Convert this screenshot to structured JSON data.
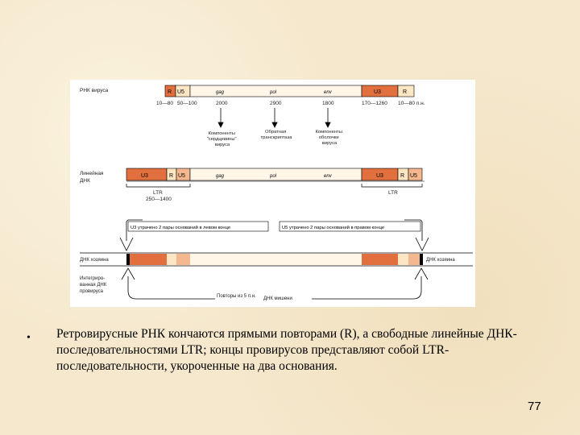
{
  "colors": {
    "orange": "#e2703f",
    "cream": "#fde6c4",
    "tan": "#f5b88e",
    "line": "#000000",
    "background": "#f5e8cd"
  },
  "rna_virus": {
    "label": "РНК вируса",
    "segments": {
      "r_left": "R",
      "u5": "U5",
      "gag": "gag",
      "pol": "pol",
      "env": "env",
      "u3": "U3",
      "r_right": "R"
    },
    "lengths": {
      "r": "10—80",
      "u5": "50—100",
      "gag": "2000",
      "pol": "2900",
      "env": "1800",
      "u3": "170—1260",
      "r_end": "10—80 п.н."
    }
  },
  "components": {
    "core": "Компоненты \"сердцевины\" вируса",
    "rt": "Обратная транскриптаза",
    "envelope": "Компоненты оболочки вируса"
  },
  "linear_dna": {
    "label": "Линейная ДНК",
    "segments": {
      "u3_left": "U3",
      "r_left": "R",
      "u5_left": "U5",
      "gag": "gag",
      "pol": "pol",
      "env": "env",
      "u3_right": "U3",
      "r_right": "R",
      "u5_right": "U5"
    },
    "ltr_left": "LTR",
    "ltr_left_length": "250—1400",
    "ltr_right": "LTR"
  },
  "integration": {
    "u3_loss": "U3 утрачено 2 пары оснований в левом конце",
    "u5_loss": "U5 утрачено 2 пары оснований в правом конце",
    "host_dna_left": "ДНК хозяина",
    "host_dna_right": "ДНК хозяина",
    "provirus_label": "Интегрированная ДНК провируса",
    "repeats": "Повторы из 5 п.н.",
    "target_dna": "ДНК мишени"
  },
  "body_text": "Ретровирусные РНК кончаются прямыми повторами (R), а свободные линейные ДНК-последовательностями LTR; концы провирусов представляют собой LTR-последовательности, укороченные на два основания.",
  "bullet_symbol": "•",
  "page_number": "77"
}
